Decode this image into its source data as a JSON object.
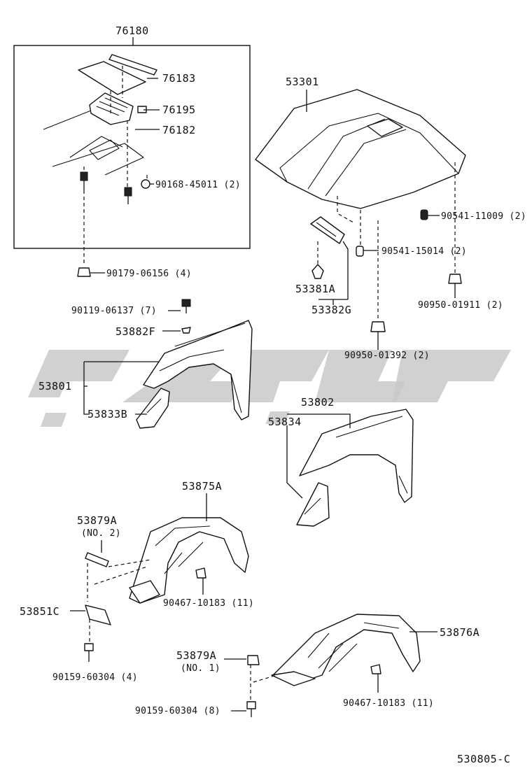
{
  "labels": {
    "p76180": "76180",
    "p76183": "76183",
    "p76195": "76195",
    "p76182": "76182",
    "p90168": "90168-45011 (2)",
    "p90179": "90179-06156 (4)",
    "p53301": "53301",
    "p90541_11009": "90541-11009 (2)",
    "p90541_15014": "90541-15014 (2)",
    "p53381A": "53381A",
    "p53382G": "53382G",
    "p90950_01911": "90950-01911 (2)",
    "p90950_01392": "90950-01392 (2)",
    "p90119": "90119-06137 (7)",
    "p53882F": "53882F",
    "p53801": "53801",
    "p53833B": "53833B",
    "p53802": "53802",
    "p53834": "53834",
    "p53875A": "53875A",
    "p53879A_1": "53879A",
    "p53879A_1_note": "(NO. 2)",
    "p53851C": "53851C",
    "p90467_a": "90467-10183 (11)",
    "p90159_a": "90159-60304 (4)",
    "p53876A": "53876A",
    "p53879A_2": "53879A",
    "p53879A_2_note": "(NO. 1)",
    "p90467_b": "90467-10183 (11)",
    "p90159_b": "90159-60304 (8)",
    "diagram_code": "530805-C"
  },
  "colors": {
    "line": "#111111",
    "watermark": "#c9c9c9",
    "background": "#ffffff"
  }
}
